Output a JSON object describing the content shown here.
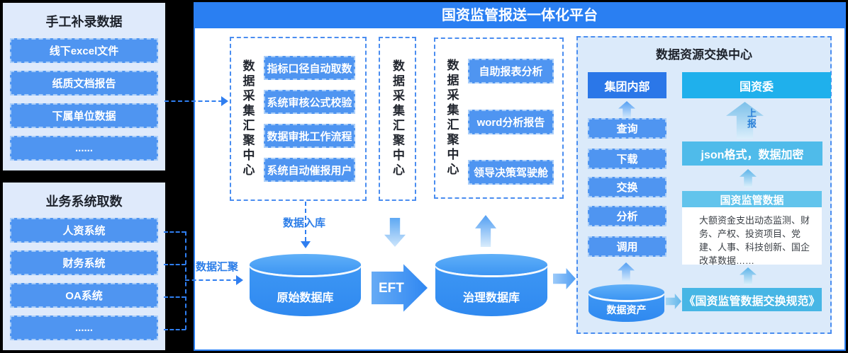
{
  "platform": {
    "title": "国资监管报送一体化平台"
  },
  "manual_panel": {
    "title": "手工补录数据",
    "items": [
      "线下excel文件",
      "纸质文档报告",
      "下属单位数据",
      "......"
    ]
  },
  "business_panel": {
    "title": "业务系统取数",
    "items": [
      "人资系统",
      "财务系统",
      "OA系统",
      "......"
    ]
  },
  "collect_center_1": {
    "label": "数据采集汇聚中心",
    "items": [
      "指标口径自动取数",
      "系统审核公式校验",
      "数据审批工作流程",
      "系统自动催报用户"
    ]
  },
  "collect_center_2": {
    "label": "数据采集汇聚中心"
  },
  "collect_center_3": {
    "label": "数据采集汇聚中心",
    "items": [
      "自助报表分析",
      "word分析报告",
      "领导决策驾驶舱"
    ]
  },
  "flows": {
    "inbound": "数据入库",
    "aggregate": "数据汇聚",
    "eft": "EFT",
    "report": "上报"
  },
  "databases": {
    "raw": "原始数据库",
    "governed": "治理数据库",
    "asset": "数据资产"
  },
  "exchange": {
    "title": "数据资源交换中心",
    "internal_header": "集团内部",
    "actions": [
      "查询",
      "下载",
      "交换",
      "分析",
      "调用"
    ],
    "external_header": "国资委",
    "format_note": "json格式，数据加密",
    "data_header": "国资监管数据",
    "data_body": "大额资金支出动态监测、财务、产权、投资项目、党建、人事、科技创新、国企改革数据……",
    "spec": "《国资监管数据交换规范》"
  },
  "colors": {
    "header_blue": "#2a7ff2",
    "item_blue": "#4f95f1",
    "cyan": "#1fb0ec",
    "panel_bg": "#dfeafb",
    "accent": "#2f7ef0"
  }
}
